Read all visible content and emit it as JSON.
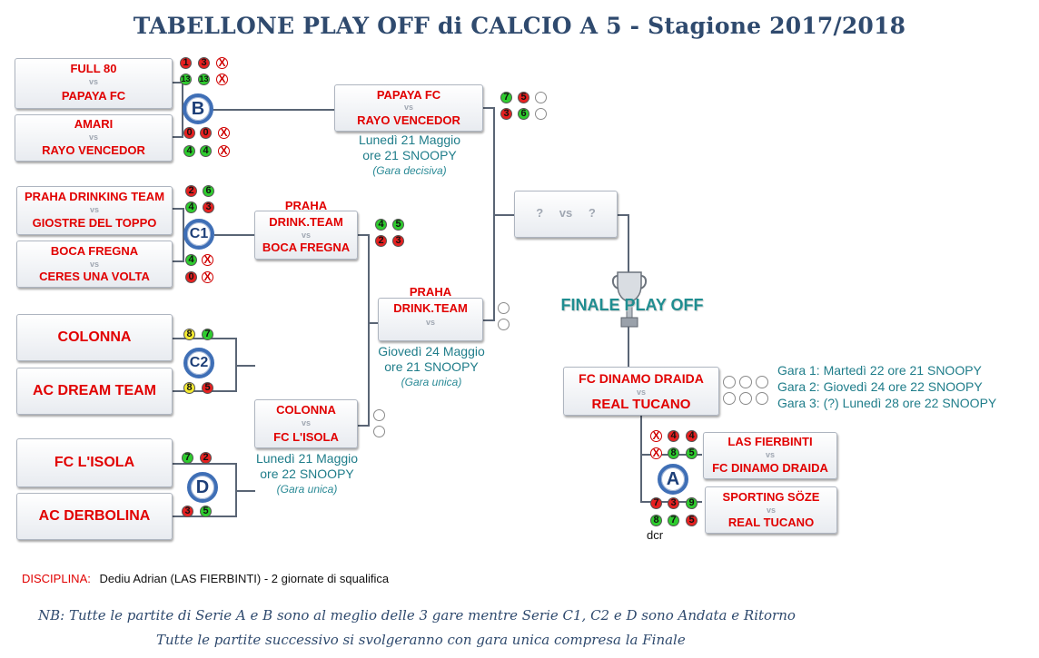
{
  "title": "TABELLONE PLAY OFF di CALCIO A 5 - Stagione 2017/2018",
  "colors": {
    "title": "#2f4a6e",
    "team": "#e10000",
    "info": "#1f7d8a",
    "win": "#2ecc2e",
    "loss": "#e62020",
    "draw": "#f4ea30"
  },
  "vs": "vs",
  "badges": {
    "B": "B",
    "C1": "C1",
    "C2": "C2",
    "D": "D",
    "A": "A"
  },
  "first_round": [
    {
      "home": "FULL 80",
      "away": "PAPAYA FC",
      "home_scores": [
        "1",
        "3",
        "X"
      ],
      "away_scores": [
        "13",
        "13",
        "X"
      ]
    },
    {
      "home": "AMARI",
      "away": "RAYO VENCEDOR",
      "home_scores": [
        "0",
        "0",
        "X"
      ],
      "away_scores": [
        "4",
        "4",
        "X"
      ]
    },
    {
      "home": "PRAHA DRINKING TEAM",
      "away": "GIOSTRE DEL TOPPO",
      "home_scores": [
        "2",
        "6"
      ],
      "away_scores": [
        "4",
        "3"
      ]
    },
    {
      "home": "BOCA FREGNA",
      "away": "CERES UNA VOLTA",
      "home_scores": [
        "4",
        "X"
      ],
      "away_scores": [
        "0",
        "X"
      ]
    },
    {
      "team": "COLONNA",
      "scores": [
        "8",
        "7"
      ]
    },
    {
      "team": "AC DREAM TEAM",
      "scores": [
        "8",
        "5"
      ]
    },
    {
      "team": "FC L'ISOLA",
      "scores": [
        "7",
        "2"
      ]
    },
    {
      "team": "AC DERBOLINA",
      "scores": [
        "3",
        "5"
      ]
    }
  ],
  "semis": [
    {
      "home": "PAPAYA FC",
      "away": "RAYO VENCEDOR",
      "home_scores": [
        "7",
        "5",
        ""
      ],
      "away_scores": [
        "3",
        "6",
        ""
      ],
      "date": "Lunedì 21 Maggio",
      "time": "ore 21 SNOOPY",
      "note": "(Gara decisiva)"
    },
    {
      "home_l1": "PRAHA",
      "home_l2": "DRINK.TEAM",
      "away": "BOCA FREGNA",
      "home_scores": [
        "4",
        "5"
      ],
      "away_scores": [
        "2",
        "3"
      ]
    },
    {
      "home": "COLONNA",
      "away": "FC L'ISOLA",
      "date": "Lunedì 21 Maggio",
      "time": "ore 22 SNOOPY",
      "note": "(Gara unica)"
    }
  ],
  "qf": {
    "home_l1": "PRAHA",
    "home_l2": "DRINK.TEAM",
    "date": "Giovedì 24 Maggio",
    "time": "ore 21 SNOOPY",
    "note": "(Gara unica)"
  },
  "final_slot": {
    "home": "?",
    "away": "?"
  },
  "finale_label": "FINALE PLAY OFF",
  "final_match": {
    "home": "FC DINAMO DRAIDA",
    "away": "REAL TUCANO"
  },
  "gare": [
    "Gara 1: Martedì 22 ore 21 SNOOPY",
    "Gara 2: Giovedì 24 ore 22 SNOOPY",
    "Gara 3: (?) Lunedì 28 ore 22 SNOOPY"
  ],
  "serie_a": [
    {
      "home": "LAS FIERBINTI",
      "away": "FC DINAMO DRAIDA",
      "home_scores": [
        "X",
        "4",
        "4"
      ],
      "away_scores": [
        "X",
        "8",
        "5"
      ]
    },
    {
      "home": "SPORTING SÖZE",
      "away": "REAL TUCANO",
      "home_scores": [
        "7",
        "3",
        "9"
      ],
      "away_scores": [
        "8",
        "7",
        "5"
      ],
      "note": "dcr"
    }
  ],
  "disciplina": {
    "label": "DISCIPLINA:",
    "text": "Dediu Adrian (LAS FIERBINTI) - 2 giornate di squalifica"
  },
  "nb1": "NB: Tutte le partite di Serie A e B sono al meglio delle 3 gare mentre Serie C1, C2 e D  sono Andata e Ritorno",
  "nb2": "Tutte le partite successivo si svolgeranno con gara unica compresa la Finale"
}
